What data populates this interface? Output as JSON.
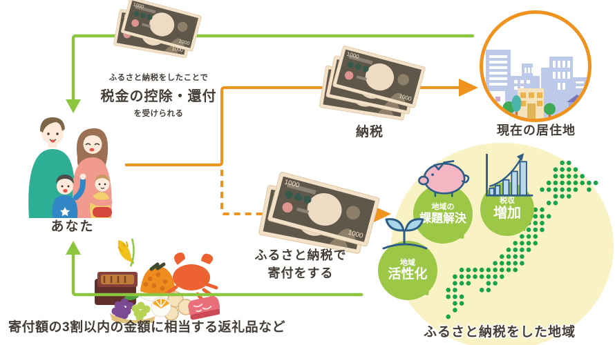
{
  "you": {
    "label": "あなた"
  },
  "refund": {
    "line1": "ふるさと納税をしたことで",
    "line2": "税金の控除・還付",
    "line3": "を受けられる"
  },
  "tax": {
    "label": "納税"
  },
  "residence": {
    "label": "現在の居住地"
  },
  "donation": {
    "line1": "ふるさと納税で",
    "line2": "寄付をする"
  },
  "gift": {
    "caption": "寄付額の3割以内の金額に相当する返礼品など"
  },
  "region": {
    "label": "ふるさと納税をした地域",
    "bubbles": [
      {
        "small": "地域の",
        "big": "課題解決",
        "icon": "piggy-bank-icon"
      },
      {
        "small": "税収",
        "big": "増加",
        "icon": "bar-chart-icon"
      },
      {
        "small": "地域",
        "big": "活性化",
        "icon": "sprout-icon"
      }
    ]
  },
  "money": {
    "bill_value": "1000"
  },
  "colors": {
    "green_line": "#8cc63e",
    "orange": "#f0931e",
    "bubble_green": "#9dc847",
    "region_yellow": "#f9f2c4",
    "map_dot_green": "#19a24c",
    "text_dark": "#433d36"
  },
  "japan_map": {
    "dot_color": "#19a24c",
    "rows": [
      "..................oo....",
      ".................oooo...",
      ".................ooooo..",
      "................oooooooo",
      "...............oooooo.o.",
      ".................ooo....",
      "................oo......",
      "..............oo........",
      "..............ooo.......",
      ".............ooo........",
      ".............ooo........",
      "............ooo.........",
      "...........oooo.........",
      "..........oooo..........",
      ".........oooo...........",
      "........ooooo...........",
      "...ooooooooo............",
      "..oooooooo..............",
      "..ooo..oo...............",
      ".oo...oo................",
      ".ooo....................",
      "..oo....................",
      "..o.....................",
      ".o......................"
    ]
  }
}
